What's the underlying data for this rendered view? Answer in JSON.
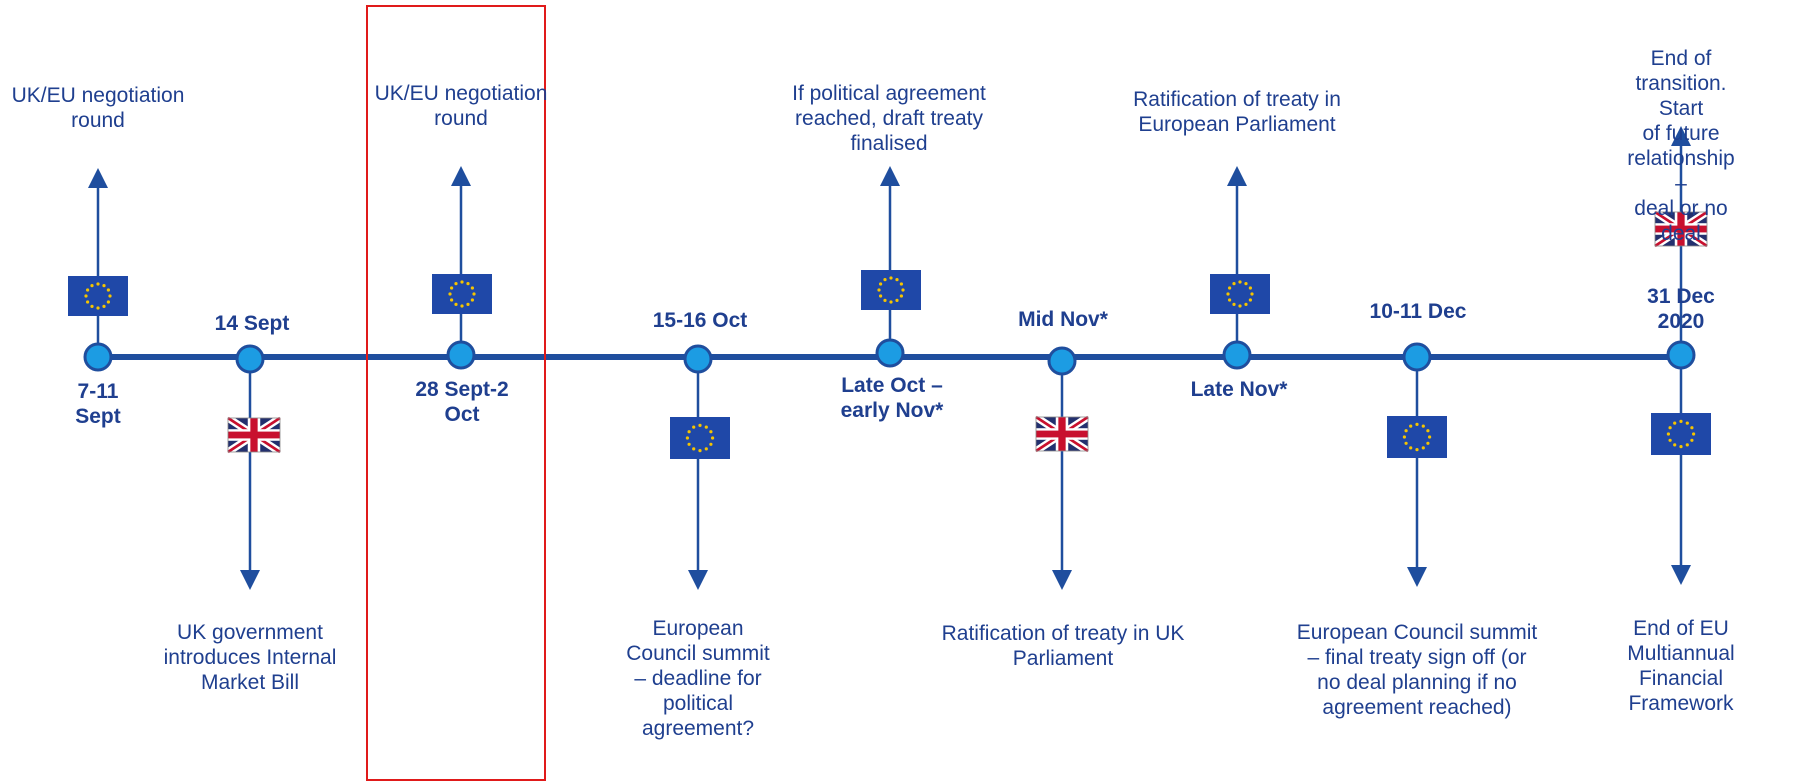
{
  "colors": {
    "line": "#1f4e9e",
    "node_fill": "#1c9ce3",
    "node_stroke": "#1f4e9e",
    "text": "#1f3f8f",
    "highlight": "#e01a1a",
    "eu_blue": "#1f48a8",
    "eu_star": "#f5c400",
    "uk_blue": "#23306e",
    "uk_red": "#c8102e"
  },
  "milestones": [
    {
      "id": "m1",
      "date": "7-11\nSept",
      "flag": "eu",
      "flag_side": "top",
      "event": "UK/EU negotiation\nround",
      "event_side": "top"
    },
    {
      "id": "m2",
      "date": "14 Sept",
      "flag": "uk",
      "flag_side": "bottom",
      "event": "UK government\nintroduces Internal\nMarket Bill",
      "event_side": "bottom"
    },
    {
      "id": "m3",
      "date": "28 Sept-2\nOct",
      "flag": "eu",
      "flag_side": "top",
      "event": "UK/EU negotiation\nround",
      "event_side": "top",
      "highlighted": true
    },
    {
      "id": "m4",
      "date": "15-16 Oct",
      "flag": "eu",
      "flag_side": "bottom",
      "event": "European\nCouncil summit\n– deadline for\npolitical\nagreement?",
      "event_side": "bottom"
    },
    {
      "id": "m5",
      "date": "Late Oct –\nearly Nov*",
      "flag": "eu",
      "flag_side": "top",
      "event": "If political agreement\nreached, draft treaty\nfinalised",
      "event_side": "top"
    },
    {
      "id": "m6",
      "date": "Mid Nov*",
      "flag": "uk",
      "flag_side": "bottom",
      "event": "Ratification of treaty in UK\nParliament",
      "event_side": "bottom"
    },
    {
      "id": "m7",
      "date": "Late Nov*",
      "flag": "eu",
      "flag_side": "top",
      "event": "Ratification of treaty in\nEuropean Parliament",
      "event_side": "top"
    },
    {
      "id": "m8",
      "date": "10-11 Dec",
      "flag": "eu",
      "flag_side": "bottom",
      "event": "European Council summit\n– final treaty sign off (or\nno deal planning if no\nagreement reached)",
      "event_side": "bottom"
    },
    {
      "id": "m9",
      "date": "31 Dec\n2020",
      "flag": "uk",
      "flag_side": "top",
      "event": "End of transition. Start\nof future relationship –\ndeal or no deal",
      "event_side": "top",
      "flag2": "eu",
      "event2": "End of EU Multiannual\nFinancial Framework"
    }
  ]
}
